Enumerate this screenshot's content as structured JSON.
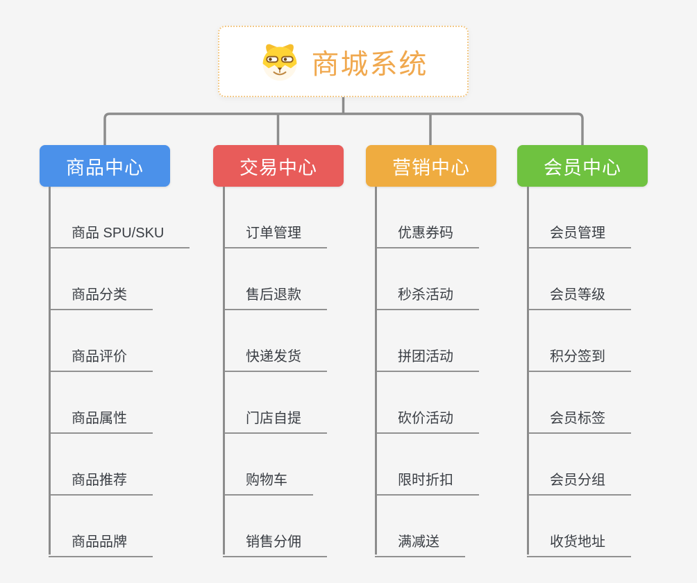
{
  "root": {
    "title": "商城系统",
    "icon": "dog-face-icon"
  },
  "branches": [
    {
      "label": "商品中心",
      "color": "#4B91EA",
      "children": [
        "商品 SPU/SKU",
        "商品分类",
        "商品评价",
        "商品属性",
        "商品推荐",
        "商品品牌"
      ]
    },
    {
      "label": "交易中心",
      "color": "#E85C5A",
      "children": [
        "订单管理",
        "售后退款",
        "快递发货",
        "门店自提",
        "购物车",
        "销售分佣"
      ]
    },
    {
      "label": "营销中心",
      "color": "#EFAC40",
      "children": [
        "优惠券码",
        "秒杀活动",
        "拼团活动",
        "砍价活动",
        "限时折扣",
        "满减送"
      ]
    },
    {
      "label": "会员中心",
      "color": "#6FC240",
      "children": [
        "会员管理",
        "会员等级",
        "积分签到",
        "会员标签",
        "会员分组",
        "收货地址"
      ]
    }
  ],
  "colors": {
    "background": "#F5F5F5",
    "connector": "#8C8C8C",
    "leaf_underline": "#919191",
    "leaf_text": "#3A3E44",
    "root_text": "#F0A84E",
    "root_border": "#F3C987",
    "node_text": "#FFFFFF"
  }
}
